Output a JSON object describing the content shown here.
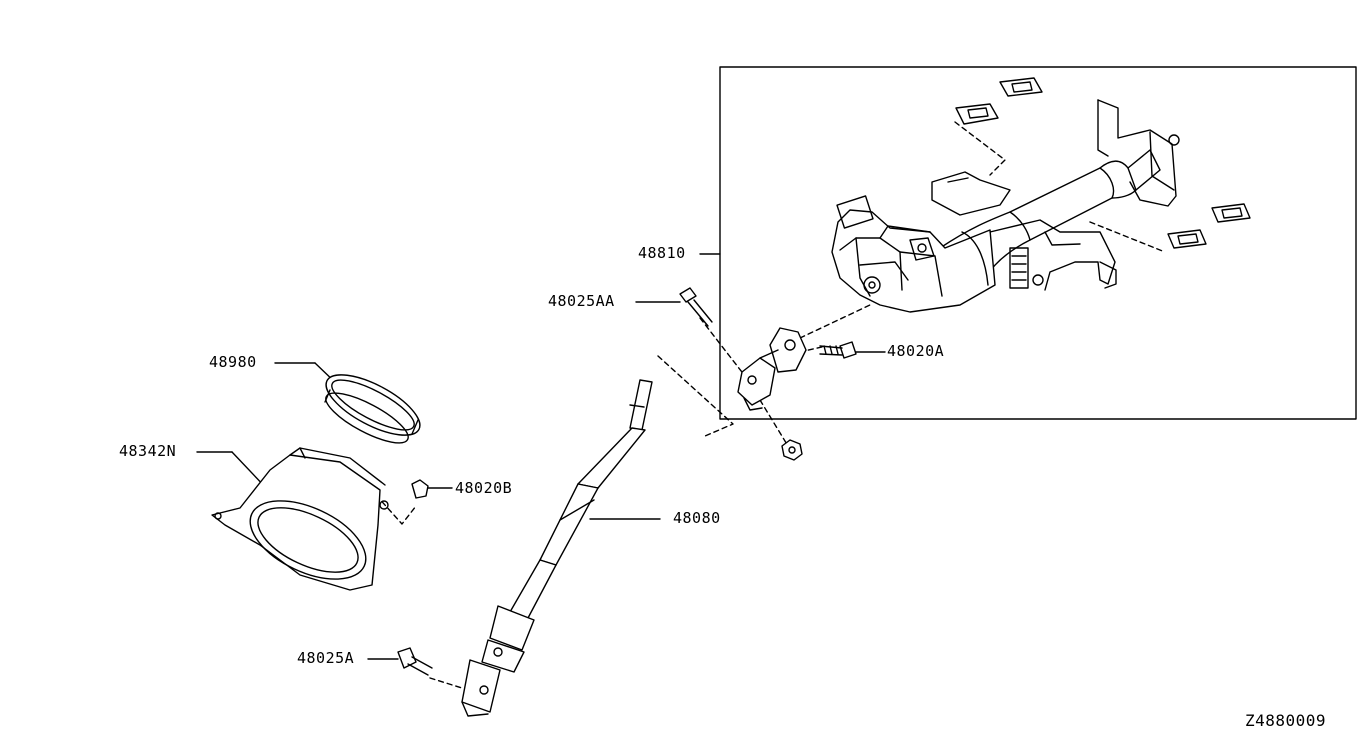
{
  "labels": {
    "p48810": "48810",
    "p48025AA": "48025AA",
    "p48020A": "48020A",
    "p48980": "48980",
    "p48342N": "48342N",
    "p48020B": "48020B",
    "p48080": "48080",
    "p48025A": "48025A"
  },
  "diagram_code": "Z4880009"
}
